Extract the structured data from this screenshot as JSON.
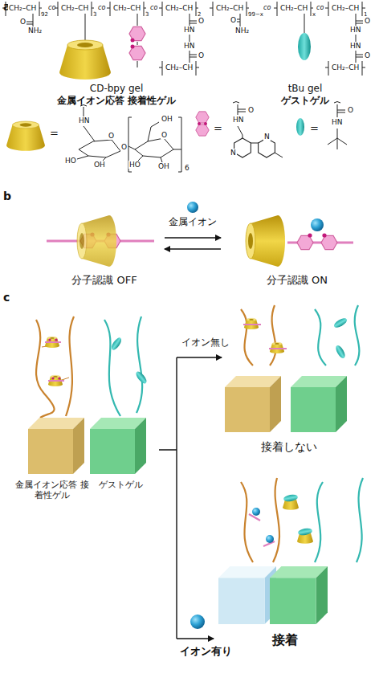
{
  "diagram": {
    "labels": [
      "a",
      "CH₂–CH",
      "92",
      "co",
      "CH₂–CH",
      "3",
      "co",
      "CH₂–CH",
      "3",
      "co",
      "CH₂–CH",
      "2",
      "CH₂–CH",
      "99−x",
      "co",
      "CH₂–CH",
      "x",
      "co",
      "CH₂–CH",
      "1",
      "O",
      "NH₂",
      "O",
      "HN",
      "HN",
      "O",
      "CH₂–CH",
      "O",
      "NH₂",
      "O",
      "HN",
      "HN",
      "O",
      "CH₂–CH",
      "CD-bpy gel",
      "金属イオン応答 接着性ゲル",
      "tBu gel",
      "ゲストゲル",
      "=",
      "HN",
      "O",
      "HO",
      "OH",
      "O",
      "O",
      "OH",
      "HO",
      "OH",
      "6",
      "=",
      "O",
      "HN",
      "N",
      "N",
      "=",
      "O",
      "HN",
      "b",
      "金属イオン",
      "分子認識 OFF",
      "分子認識 ON",
      "c",
      "イオン無し",
      "接着しない",
      "金属イオン応答 接着性ゲル",
      "ゲストゲル",
      "イオン有り",
      "接着"
    ]
  }
}
